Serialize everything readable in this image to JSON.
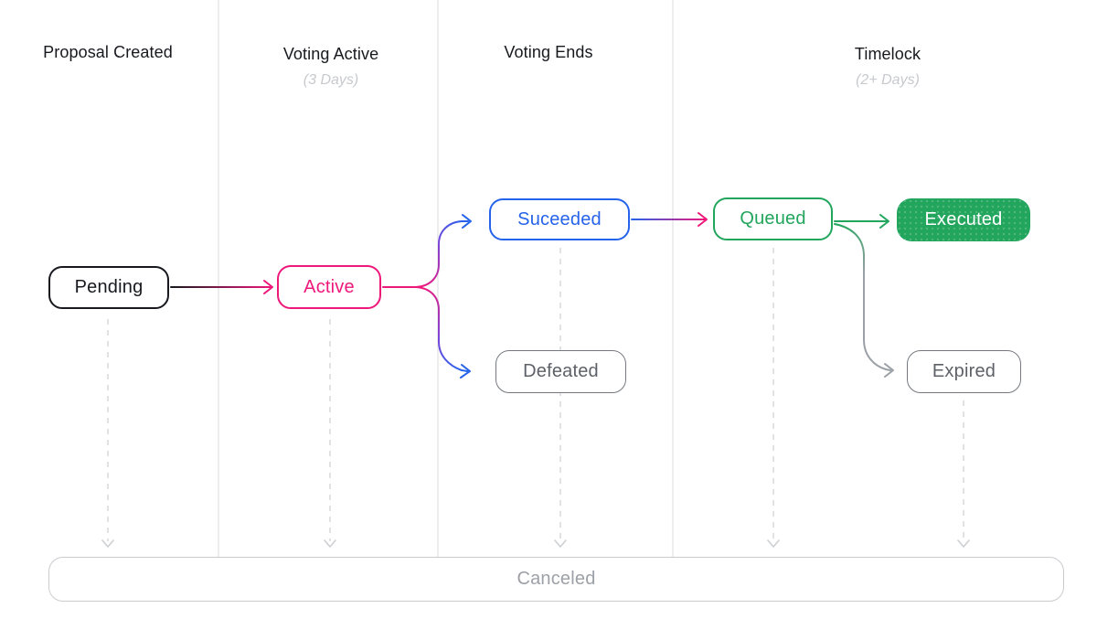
{
  "palette": {
    "ink": "#17191E",
    "pink": "#EE187B",
    "blue": "#2563EB",
    "green": "#22A55C",
    "grayText": "#5D6167",
    "grayBorder": "#75797F",
    "curveGray": "#9AA0A6",
    "mutedText": "#9CA1A8",
    "mutedBorder": "#C9CBCF",
    "dash": "#DADBDE",
    "dashHead": "#CDCFD3",
    "divider": "#EDEDEF",
    "subtle": "#C7C9CD",
    "background": "#FFFFFF"
  },
  "columns": [
    {
      "title": "Proposal Created",
      "subtitle": ""
    },
    {
      "title": "Voting Active",
      "subtitle": "(3 Days)"
    },
    {
      "title": "Voting Ends",
      "subtitle": ""
    },
    {
      "title": "Timelock",
      "subtitle": "(2+ Days)"
    }
  ],
  "nodes": {
    "pending": {
      "label": "Pending"
    },
    "active": {
      "label": "Active"
    },
    "succeeded": {
      "label": "Suceeded"
    },
    "defeated": {
      "label": "Defeated"
    },
    "queued": {
      "label": "Queued"
    },
    "executed": {
      "label": "Executed"
    },
    "expired": {
      "label": "Expired"
    },
    "canceled": {
      "label": "Canceled"
    }
  }
}
